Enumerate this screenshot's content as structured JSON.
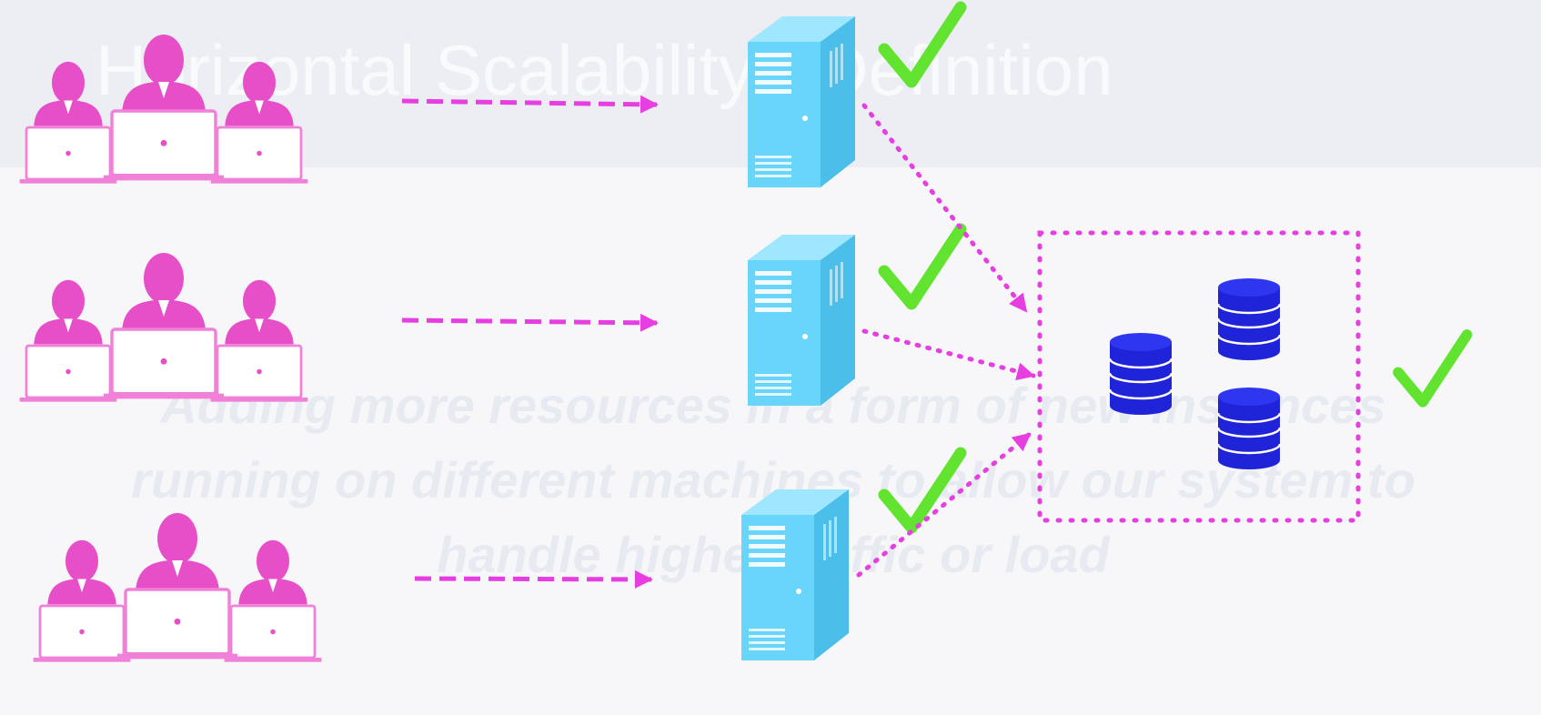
{
  "slide": {
    "title": "Horizontal Scalability - Definition",
    "definition": "Adding more resources in a form of new instances running on different machines to allow our system to handle higher traffic or load"
  },
  "colors": {
    "users": "#e64fc8",
    "arrows": "#e63ee0",
    "servers": "#6ad5fb",
    "server_shade": "#4bbfe9",
    "checkmarks": "#62e32f",
    "database": "#1f24d8",
    "header_band": "#eceef4"
  },
  "icons": {
    "user_group": "user-group-with-laptops-icon",
    "server": "server-tower-icon",
    "checkmark": "checkmark-icon",
    "database": "database-cylinder-icon"
  },
  "diagram": {
    "rows": 3,
    "database_instances": 3
  }
}
